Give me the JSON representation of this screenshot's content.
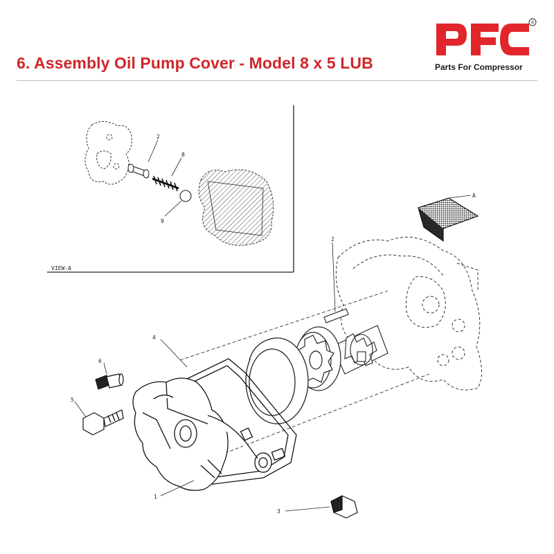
{
  "header": {
    "title": "6. Assembly Oil Pump Cover - Model 8 x 5 LUB"
  },
  "logo": {
    "text": "PFC",
    "tagline": "Parts For Compressor",
    "registered_mark": "®",
    "brand_color": "#e0262b"
  },
  "diagram": {
    "view_label": "VIEW-A",
    "arrow_label": "A",
    "callouts": {
      "one": "1",
      "two_inset": "2",
      "two_main": "2",
      "three": "3",
      "four": "4",
      "five": "5",
      "six": "6",
      "eight": "8",
      "nine": "9"
    }
  }
}
